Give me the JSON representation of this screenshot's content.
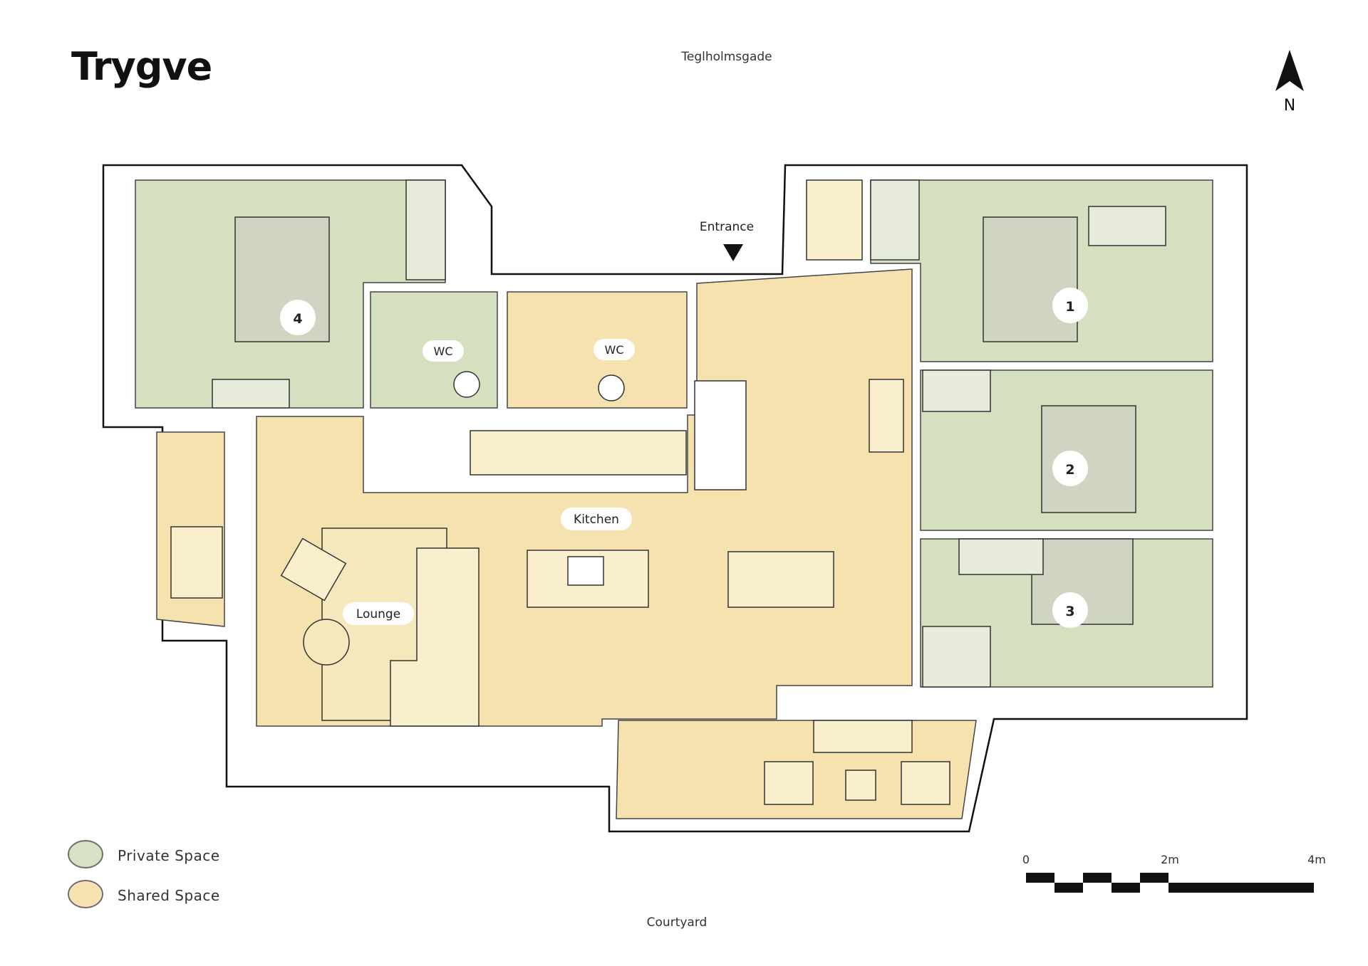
{
  "title": "Trygve",
  "streets": {
    "top": "Teglholmsgade",
    "bottom": "Courtyard"
  },
  "compass": {
    "label": "N"
  },
  "entrance_label": "Entrance",
  "rooms": {
    "bedroom_1": "1",
    "bedroom_2": "2",
    "bedroom_3": "3",
    "bedroom_4": "4",
    "wc_a": "WC",
    "wc_b": "WC",
    "kitchen": "Kitchen",
    "lounge": "Lounge"
  },
  "legend": [
    {
      "label": "Private Space",
      "color": "#d7e1c4"
    },
    {
      "label": "Shared Space",
      "color": "#f6e3b0"
    }
  ],
  "scale": {
    "labels": [
      "0",
      "2m",
      "4m"
    ]
  },
  "colors": {
    "private": "#d5e0c1",
    "shared": "#f6e2ae",
    "wall": "#111111",
    "furniture": "#f9efcc"
  }
}
